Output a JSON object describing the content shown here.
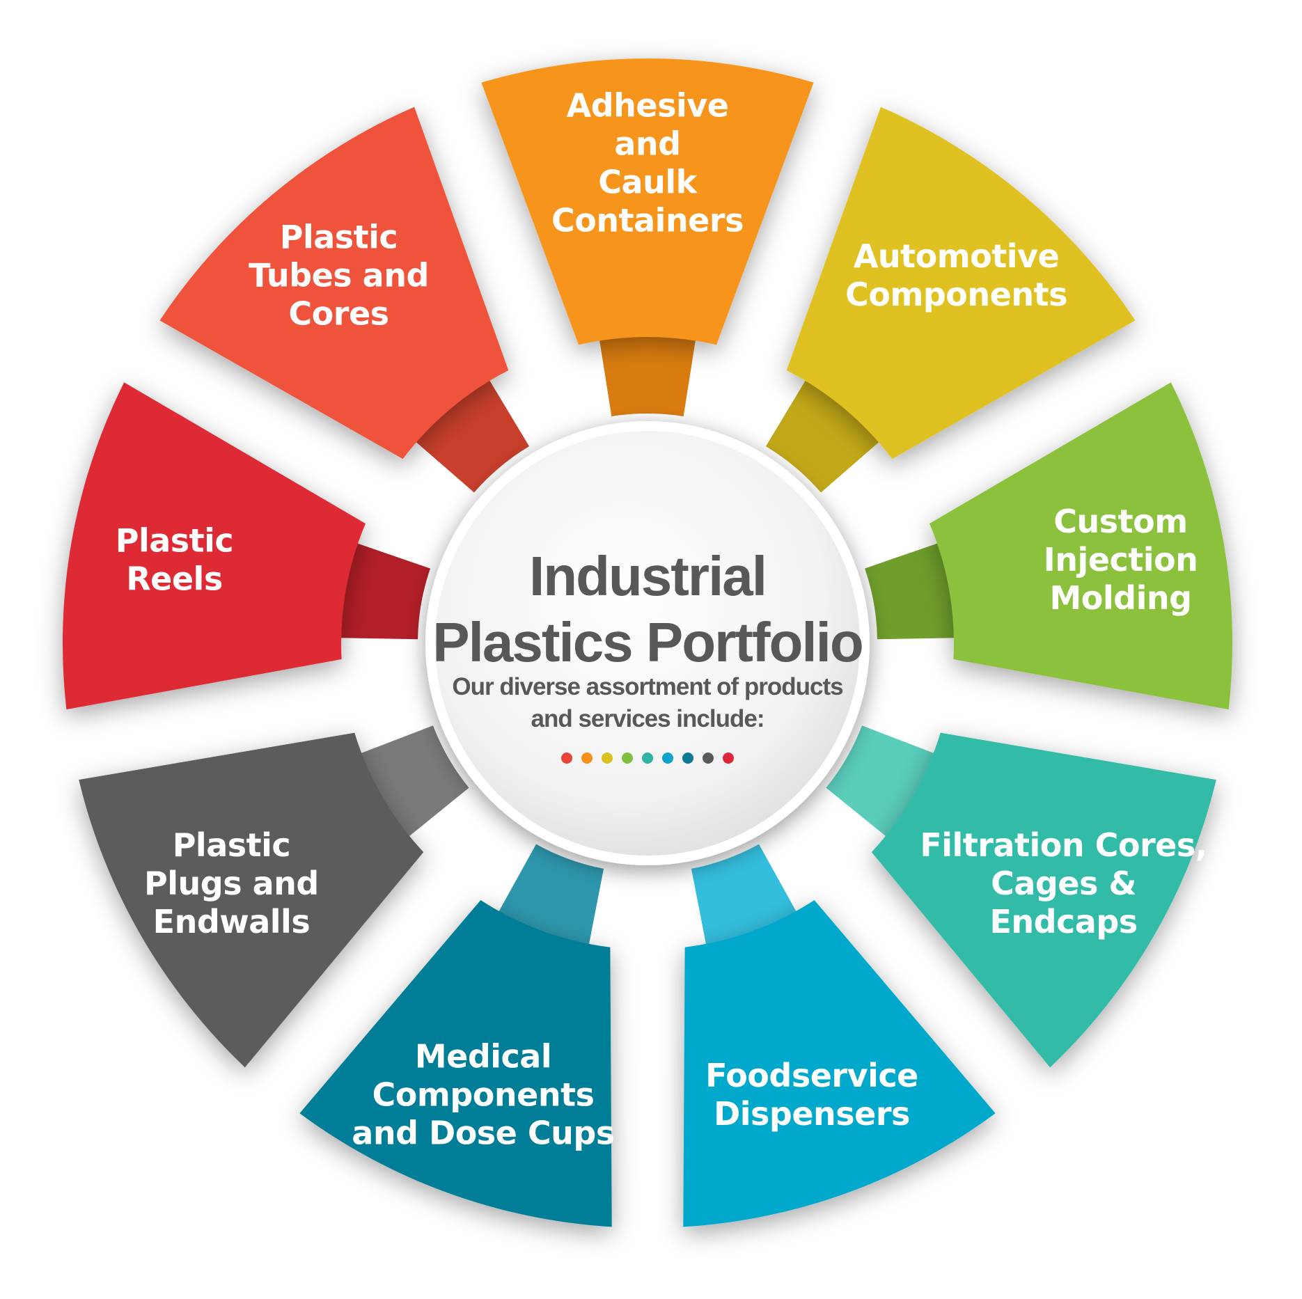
{
  "center": {
    "title_line1": "Industrial",
    "title_line2": "Plastics Portfolio",
    "subtitle_line1": "Our diverse assortment of products",
    "subtitle_line2": "and services include:",
    "dot_colors": [
      "#e8443a",
      "#f5901a",
      "#d9c21f",
      "#7fbf3c",
      "#2fb3a2",
      "#0ea3c9",
      "#0c7a92",
      "#5a5a5c",
      "#e0263a"
    ]
  },
  "segments": [
    {
      "id": "adhesive",
      "color": "#f7941d",
      "neck": "#d97c10",
      "lines": [
        "Adhesive",
        "and",
        "Caulk",
        "Containers"
      ]
    },
    {
      "id": "automotive",
      "color": "#dfc220",
      "neck": "#c2a818",
      "lines": [
        "Automotive",
        "Components"
      ]
    },
    {
      "id": "injection",
      "color": "#8cc13d",
      "neck": "#6f9e2c",
      "lines": [
        "Custom",
        "Injection",
        "Molding"
      ]
    },
    {
      "id": "filtration",
      "color": "#33bca8",
      "neck": "#5acdbb",
      "lines": [
        "Filtration Cores,",
        "Cages &",
        "Endcaps"
      ]
    },
    {
      "id": "foodservice",
      "color": "#02a8cc",
      "neck": "#34bedd",
      "lines": [
        "Foodservice",
        "Dispensers"
      ]
    },
    {
      "id": "medical",
      "color": "#017d97",
      "neck": "#2e97ad",
      "lines": [
        "Medical",
        "Components",
        "and Dose Cups"
      ]
    },
    {
      "id": "plugs",
      "color": "#5c5c5e",
      "neck": "#7a7a7c",
      "lines": [
        "Plastic",
        "Plugs and",
        "Endwalls"
      ]
    },
    {
      "id": "reels",
      "color": "#dd2b34",
      "neck": "#b21f27",
      "lines": [
        "Plastic",
        "Reels"
      ]
    },
    {
      "id": "tubes",
      "color": "#ef523a",
      "neck": "#c8402b",
      "lines": [
        "Plastic",
        "Tubes and",
        "Cores"
      ]
    }
  ]
}
